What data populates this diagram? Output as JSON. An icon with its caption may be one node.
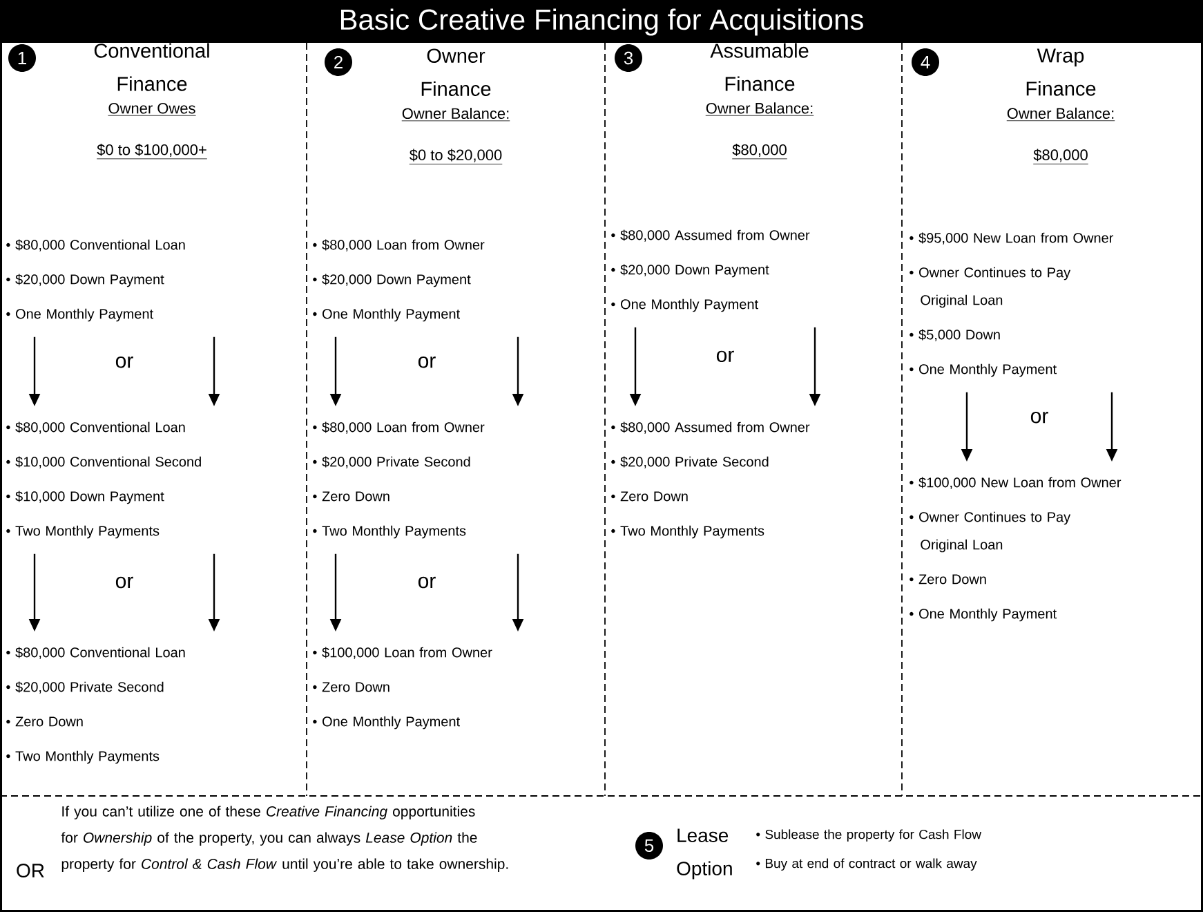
{
  "diagram": {
    "title": "Basic Creative Financing for Acquisitions",
    "nodes": [
      {
        "text": [
          "Conventional Finance",
          "Owner Owes",
          "$0 to $100,000+"
        ]
      },
      {
        "text": [
          "1"
        ]
      },
      {
        "text": [
          "• $80,000 Conventional Loan",
          "• $20,000 Down Payment",
          "• One Monthly Payment"
        ]
      },
      {
        "text": [
          "• $80,000 Conventional Loan",
          "• $10,000 Conventional Second",
          "• $10,000 Down Payment",
          "• Two Monthly Payments"
        ]
      },
      {
        "text": [
          "• $80,000 Conventional Loan",
          "• $20,000 Private Second",
          "• Zero Down",
          "• Two Monthly Payments"
        ]
      },
      {
        "text": [
          "Owner Finance",
          "Owner Balance:",
          "$0 to $20,000"
        ]
      },
      {
        "text": [
          "2"
        ]
      },
      {
        "text": [
          "• $80,000 Loan from Owner",
          "• $20,000 Down Payment",
          "• One Monthly Payment"
        ]
      },
      {
        "text": [
          "• $80,000 Loan from Owner",
          "• $20,000 Private Second",
          "• Zero Down",
          "• Two Monthly Payments"
        ]
      },
      {
        "text": [
          "• $100,000 Loan from Owner",
          "• Zero Down",
          "• One Monthly Payment"
        ]
      },
      {
        "text": [
          "Assumable Finance",
          "Owner Balance:",
          "$80,000"
        ]
      },
      {
        "text": [
          "3"
        ]
      },
      {
        "text": [
          "• $80,000 Assumed from Owner",
          "• $20,000 Down Payment",
          "• One Monthly Payment"
        ]
      },
      {
        "text": [
          "• $80,000 Assumed from Owner",
          "• $20,000 Private Second",
          "• Zero Down",
          "• Two Monthly Payments"
        ]
      },
      {
        "text": [
          "Wrap Finance",
          "Owner Balance:",
          "$80,000"
        ]
      },
      {
        "text": [
          "4"
        ]
      },
      {
        "text": [
          "• $95,000 New Loan from Owner",
          "• Owner Continues to Pay Original Loan",
          "• $5,000 Down",
          "• One Monthly Payment"
        ]
      },
      {
        "text": [
          "• $100,000 New Loan from Owner",
          "• Owner Continues to Pay Original Loan",
          "• Zero Down",
          "• One Monthly Payment"
        ]
      },
      {
        "text": [
          "5"
        ]
      },
      {
        "text": [
          "• Sublease the property for Cash Flow",
          "• Buy at end of contract or walk away"
        ]
      }
    ],
    "edges": [
      {
        "from": 2,
        "to": 3,
        "arrow": "to"
      },
      {
        "from": 2,
        "to": 3,
        "arrow": "to"
      },
      {
        "from": 3,
        "to": 4,
        "arrow": "to"
      },
      {
        "from": 3,
        "to": 4,
        "arrow": "to"
      },
      {
        "from": 7,
        "to": 8,
        "arrow": "to"
      },
      {
        "from": 7,
        "to": 8,
        "arrow": "to"
      },
      {
        "from": 8,
        "to": 9,
        "arrow": "to"
      },
      {
        "from": 8,
        "to": 9,
        "arrow": "to"
      },
      {
        "from": 12,
        "to": 13,
        "arrow": "to"
      },
      {
        "from": 12,
        "to": 13,
        "arrow": "to"
      },
      {
        "from": 16,
        "to": 17,
        "arrow": "to"
      },
      {
        "from": 16,
        "to": 17,
        "arrow": "to"
      }
    ],
    "labels": [
      "or",
      "or",
      "or",
      "or",
      "or",
      "or",
      "OR",
      "If you can’t utilize one of these *Creative Financing* opportunities for *Ownership* of the property, you can always *Lease Option* the property for *Control &* *Cash Flow* until you’re able to take ownership.",
      "Lease Option"
    ]
  }
}
